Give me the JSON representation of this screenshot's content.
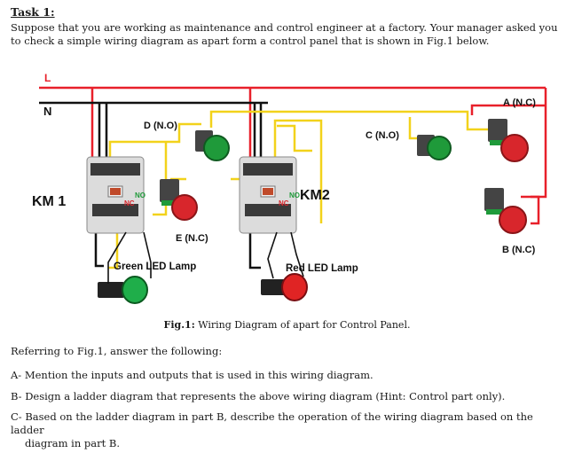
{
  "task": {
    "title": "Task 1:",
    "intro": "Suppose that you are working as maintenance and control engineer at a factory. Your manager asked you to check a simple wiring diagram as apart form a control panel that is shown in Fig.1 below."
  },
  "diagram": {
    "labels": {
      "L": "L",
      "N": "N",
      "km1": "KM 1",
      "km2": "KM2",
      "d": "D (N.O)",
      "c": "C (N.O)",
      "a": "A (N.C)",
      "b": "B (N.C)",
      "e": "E (N.C)",
      "no1": "NO",
      "nc1": "NC",
      "no2": "NO",
      "nc2": "NC",
      "green_lamp": "Green LED Lamp",
      "red_lamp": "Red LED Lamp"
    },
    "colors": {
      "L_wire": "#e8202a",
      "N_wire": "#111111",
      "yellow_wire": "#f2d21b",
      "green_button": "#1f9a3a",
      "red_button": "#d8262c",
      "contactor_body": "#dcdcdc"
    }
  },
  "caption": {
    "prefix": "Fig.1:",
    "text": " Wiring Diagram of apart for Control Panel."
  },
  "questions": {
    "refer": "Referring to Fig.1, answer the following:",
    "a": "A- Mention the inputs and outputs that is used in this wiring diagram.",
    "b": "B- Design a ladder diagram that represents the above wiring diagram (Hint: Control part only).",
    "c_line1": "C- Based on the ladder diagram in part B, describe the operation of the wiring diagram based on the ladder",
    "c_line2": "diagram in part B."
  }
}
